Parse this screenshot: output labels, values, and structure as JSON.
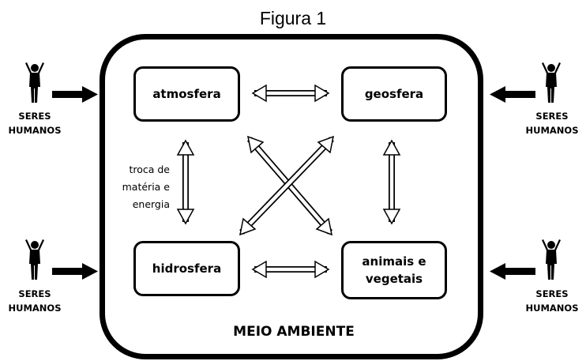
{
  "figure": {
    "title": "Figura 1",
    "environment_label": "MEIO AMBIENTE",
    "spheres": {
      "atmosphere": "atmosfera",
      "geosphere": "geosfera",
      "hydrosphere": "hidrosfera",
      "biosphere": "animais e\nvegetais"
    },
    "exchange_note": "troca de\nmatéria e\nenergia",
    "human_label": "SERES\nHUMANOS"
  }
}
